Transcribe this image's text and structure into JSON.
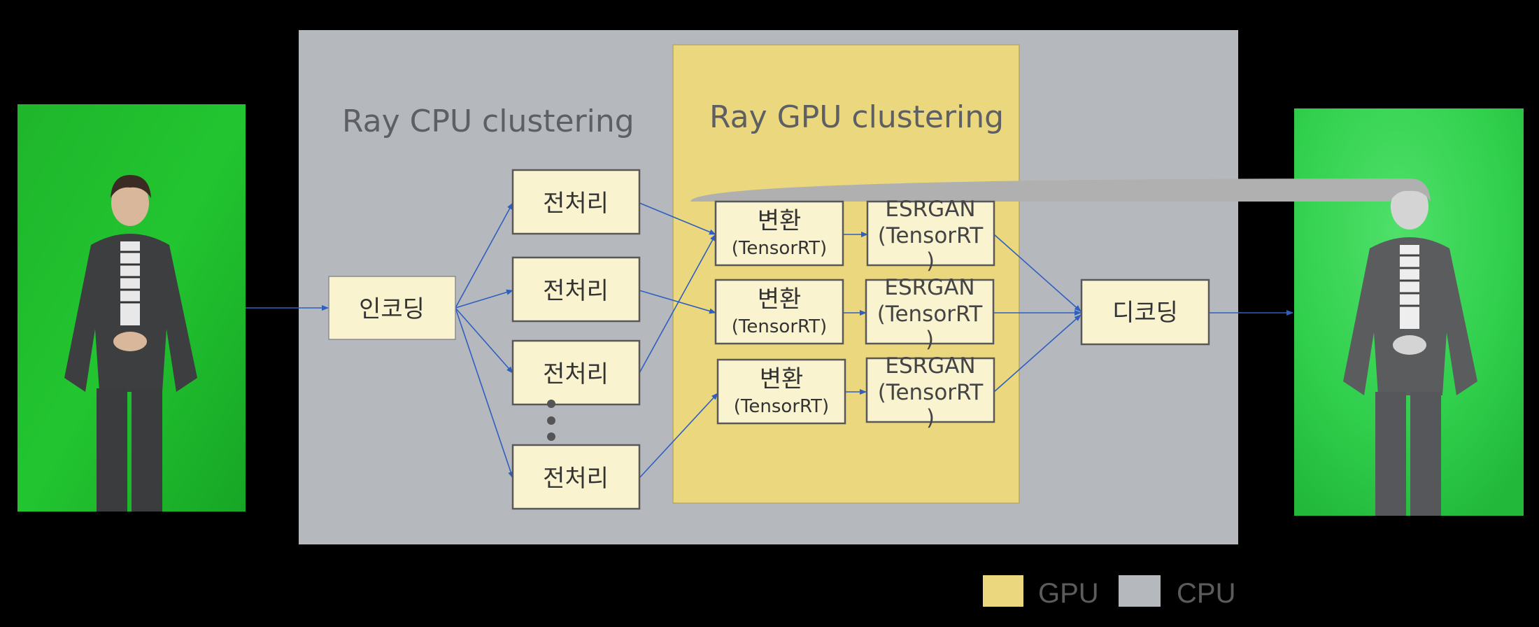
{
  "clusters": {
    "cpu_title": "Ray CPU clustering",
    "gpu_title": "Ray GPU clustering"
  },
  "nodes": {
    "encoding": "인코딩",
    "decoding": "디코딩",
    "preprocess": [
      "전처리",
      "전처리",
      "전처리",
      "전처리"
    ],
    "convert": [
      {
        "label": "변환",
        "sub": "(TensorRT)"
      },
      {
        "label": "변환",
        "sub": "(TensorRT)"
      },
      {
        "label": "변환",
        "sub": "(TensorRT)"
      }
    ],
    "esrgan": [
      {
        "line1": "ESRGAN",
        "line2": "(TensorRT",
        "line3": ")"
      },
      {
        "line1": "ESRGAN",
        "line2": "(TensorRT",
        "line3": ")"
      },
      {
        "line1": "ESRGAN",
        "line2": "(TensorRT",
        "line3": ")"
      }
    ]
  },
  "legend": {
    "gpu_label": "GPU",
    "cpu_label": "CPU",
    "gpu_color": "#ead77e",
    "cpu_color": "#b5b8bd"
  },
  "images": {
    "input": "person-standing-green-screen-photo",
    "output": "person-standing-green-screen-enhanced-photo"
  }
}
